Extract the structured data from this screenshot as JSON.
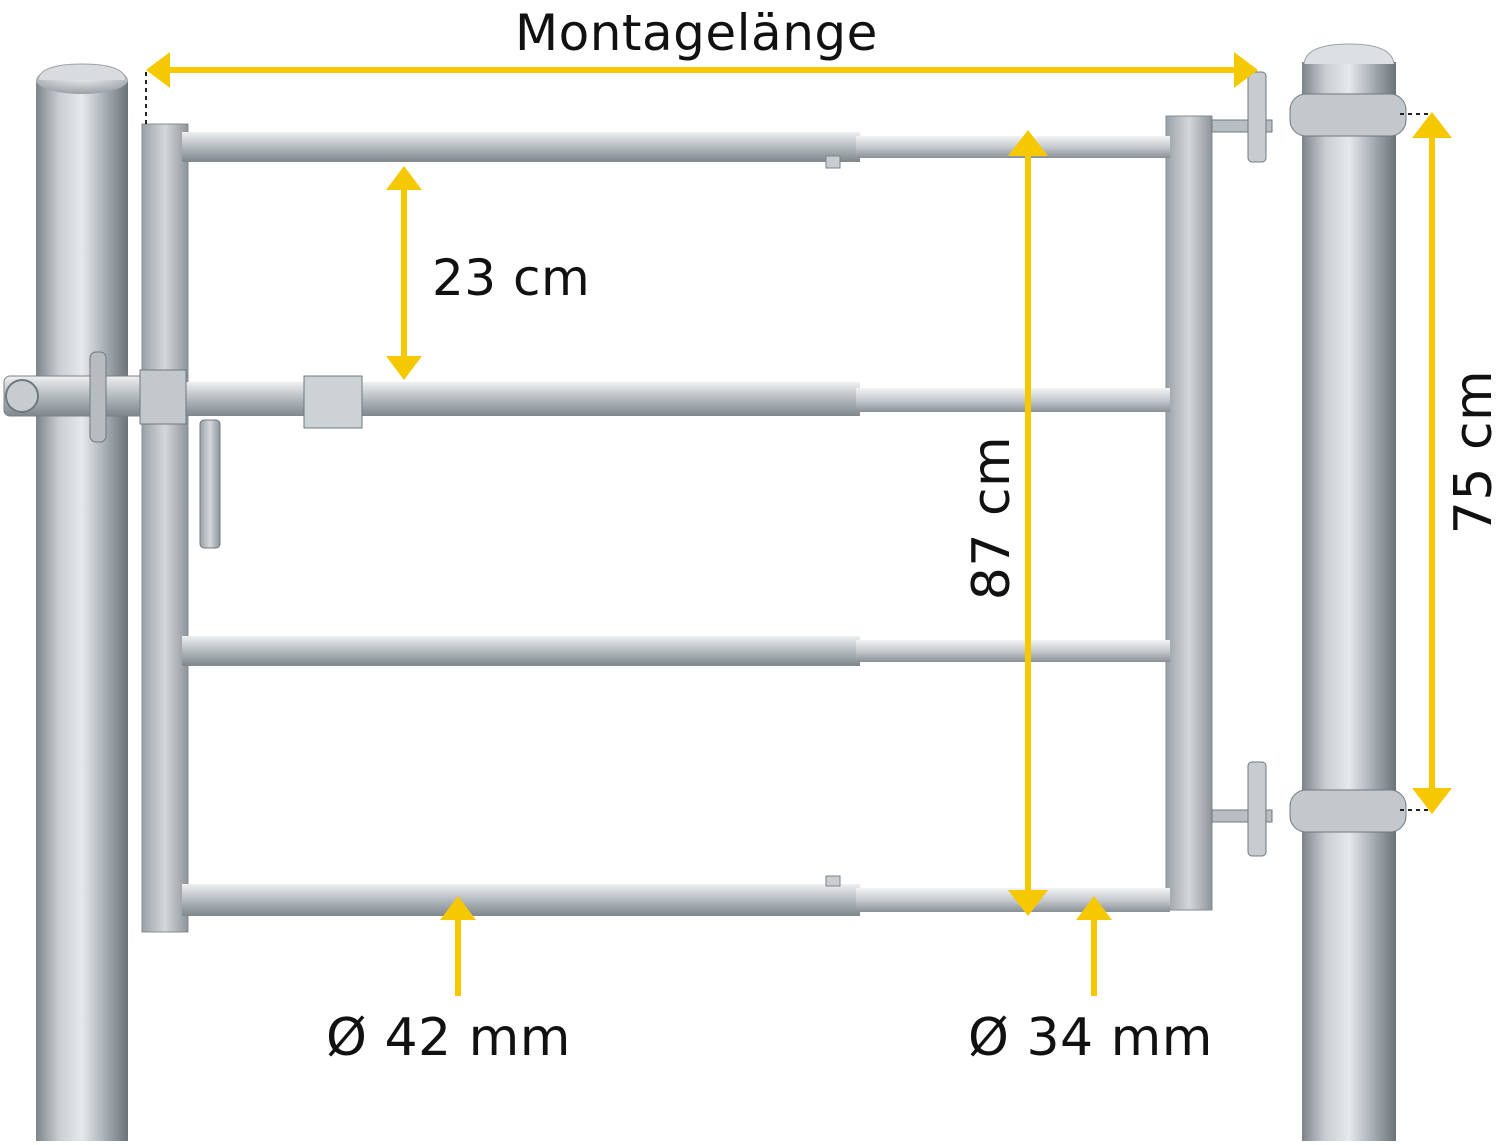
{
  "labels": {
    "mounting_length": "Montagelänge",
    "bar_spacing": "23 cm",
    "gate_height": "87 cm",
    "hinge_spacing": "75 cm",
    "diameter_outer": "Ø 42 mm",
    "diameter_inner": "Ø 34 mm"
  },
  "colors": {
    "dimension_arrow": "#f5c800",
    "steel_light": "#d9dde0",
    "steel_mid": "#a9b0b5",
    "steel_dark": "#6f777c",
    "text": "#111111"
  }
}
